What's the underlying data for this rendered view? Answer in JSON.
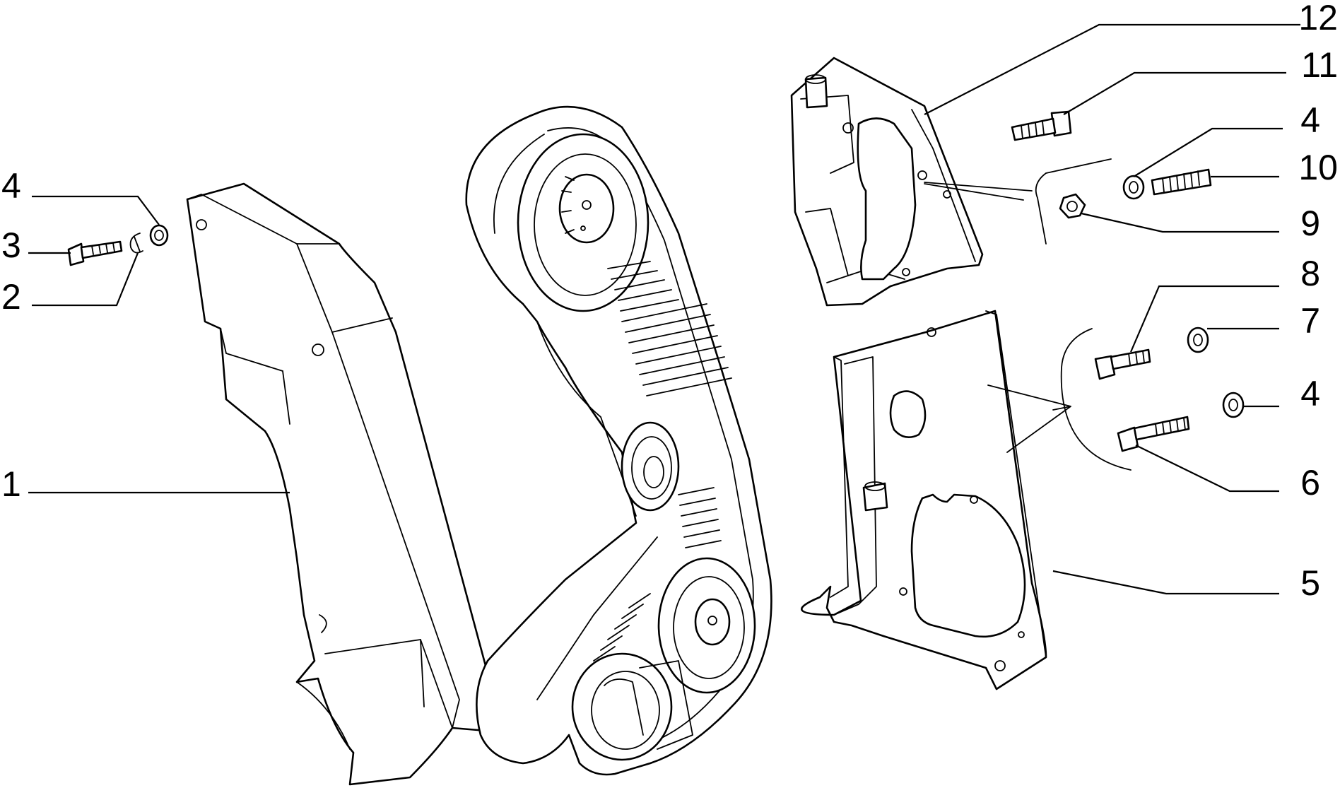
{
  "labels": {
    "left_4": "4",
    "left_3": "3",
    "left_2": "2",
    "left_1": "1",
    "right_12": "12",
    "right_11": "11",
    "right_4a": "4",
    "right_10": "10",
    "right_9": "9",
    "right_8": "8",
    "right_7": "7",
    "right_4b": "4",
    "right_6": "6",
    "right_5": "5"
  }
}
